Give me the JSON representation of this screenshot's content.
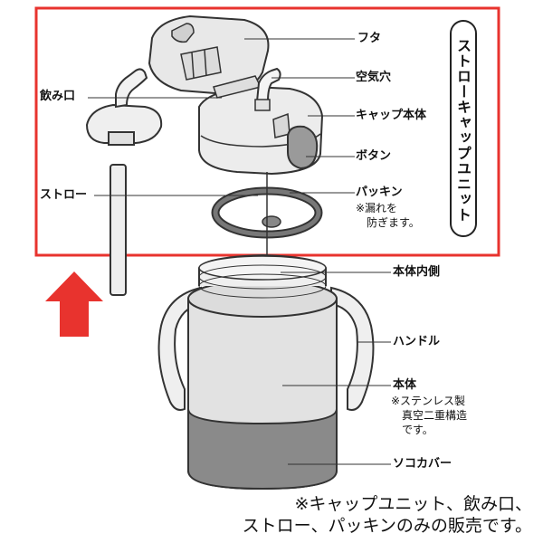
{
  "title": "ストローキャップユニット",
  "colors": {
    "highlight_box": "#e8332e",
    "arrow": "#e8332e",
    "outline": "#333333",
    "part_fill": "#e6e6e6",
    "cover_fill": "#8a8a8a"
  },
  "labels": {
    "futa": "フタ",
    "kukiana": "空気穴",
    "cap_body": "キャップ本体",
    "button": "ボタン",
    "packing": "パッキン",
    "packing_note_1": "※漏れを",
    "packing_note_2": "防ぎます。",
    "nomiguchi": "飲み口",
    "straw": "ストロー",
    "body_inner": "本体内側",
    "handle": "ハンドル",
    "body": "本体",
    "body_note_1": "※ステンレス製",
    "body_note_2": "真空二重構造",
    "body_note_3": "です。",
    "sole_cover": "ソコカバー"
  },
  "footer": {
    "line1": "※キャップユニット、飲み口、",
    "line2": "ストロー、パッキンのみの販売です。"
  },
  "icons": {
    "arrow": "up-arrow-icon"
  }
}
